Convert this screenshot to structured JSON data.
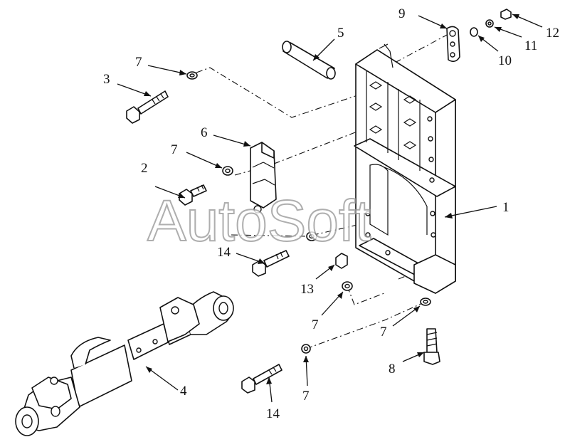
{
  "watermark": {
    "text": "AutoSoft"
  },
  "callouts": [
    {
      "id": "c1",
      "text": "1"
    },
    {
      "id": "c2",
      "text": "2"
    },
    {
      "id": "c3",
      "text": "3"
    },
    {
      "id": "c4",
      "text": "4"
    },
    {
      "id": "c5",
      "text": "5"
    },
    {
      "id": "c6",
      "text": "6"
    },
    {
      "id": "c7a",
      "text": "7"
    },
    {
      "id": "c7b",
      "text": "7"
    },
    {
      "id": "c7c",
      "text": "7"
    },
    {
      "id": "c7d",
      "text": "7"
    },
    {
      "id": "c7e",
      "text": "7"
    },
    {
      "id": "c8",
      "text": "8"
    },
    {
      "id": "c9",
      "text": "9"
    },
    {
      "id": "c10",
      "text": "10"
    },
    {
      "id": "c11",
      "text": "11"
    },
    {
      "id": "c12",
      "text": "12"
    },
    {
      "id": "c13",
      "text": "13"
    },
    {
      "id": "c14a",
      "text": "14"
    },
    {
      "id": "c14b",
      "text": "14"
    }
  ]
}
